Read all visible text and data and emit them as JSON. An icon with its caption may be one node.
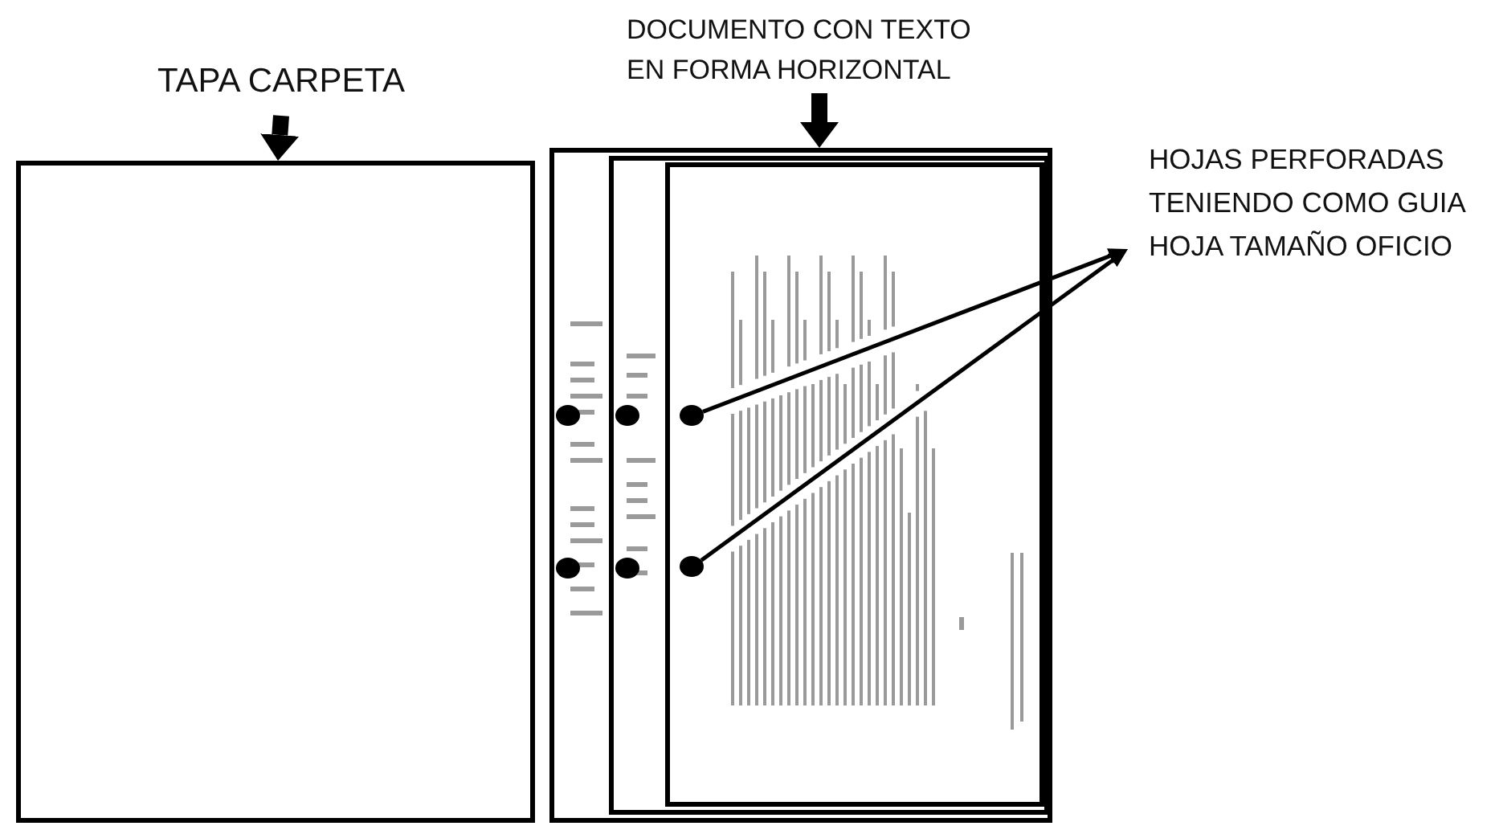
{
  "diagram": {
    "nodes": [
      {
        "text": [
          "TAPA CARPETA"
        ]
      },
      {
        "text": [],
        "shape": "box"
      },
      {
        "text": [
          "DOCUMENTO CON TEXTO EN FORMA HORIZONTAL"
        ]
      },
      {
        "text": [],
        "shape": "picture"
      },
      {
        "text": [],
        "shape": "picture",
        "in": 3
      },
      {
        "text": [],
        "shape": "picture",
        "in": 4
      },
      {
        "text": [],
        "shape": "circle",
        "in": 5
      },
      {
        "text": [],
        "shape": "circle",
        "in": 5
      },
      {
        "text": [
          "HOJAS PERFORADAS TENIENDO COMO GUIA HOJA TAMAÑO OFICIO"
        ]
      },
      {
        "text": [],
        "shape": "circle",
        "in": 3
      },
      {
        "text": [],
        "shape": "circle",
        "in": 4
      },
      {
        "text": [],
        "shape": "circle",
        "in": 3
      },
      {
        "text": [],
        "shape": "circle",
        "in": 4
      }
    ],
    "edges": [
      {
        "from": 0,
        "to": 1,
        "arrow": "to",
        "style": "thick"
      },
      {
        "from": 2,
        "to": 3,
        "arrow": "to",
        "style": "thick"
      },
      {
        "from": 6,
        "to": 8,
        "arrow": "to"
      },
      {
        "from": 7,
        "to": 8,
        "arrow": "to"
      }
    ]
  }
}
